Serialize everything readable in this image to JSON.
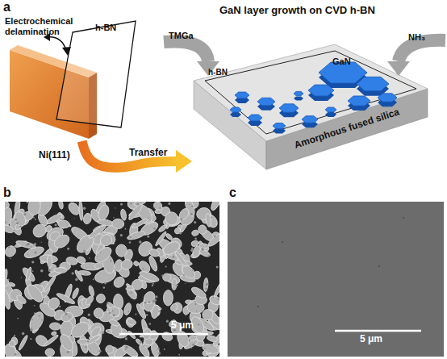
{
  "diagram": {
    "nodes": [
      {
        "text": [
          "h-BN"
        ]
      },
      {
        "text": [
          "Ni(111)"
        ]
      },
      {
        "text": [
          "GaN layer growth on CVD h-BN",
          "Amorphous fused silica"
        ]
      }
    ],
    "edges": [
      {
        "from": 1,
        "to": 2,
        "arrow": "to",
        "label": "Transfer"
      }
    ],
    "labels": [
      "a",
      "Electrochemical delamination",
      "TMGa",
      "NH₃",
      "h-BN",
      "GaN",
      "b",
      "5 μm",
      "c",
      "5 μm"
    ]
  }
}
